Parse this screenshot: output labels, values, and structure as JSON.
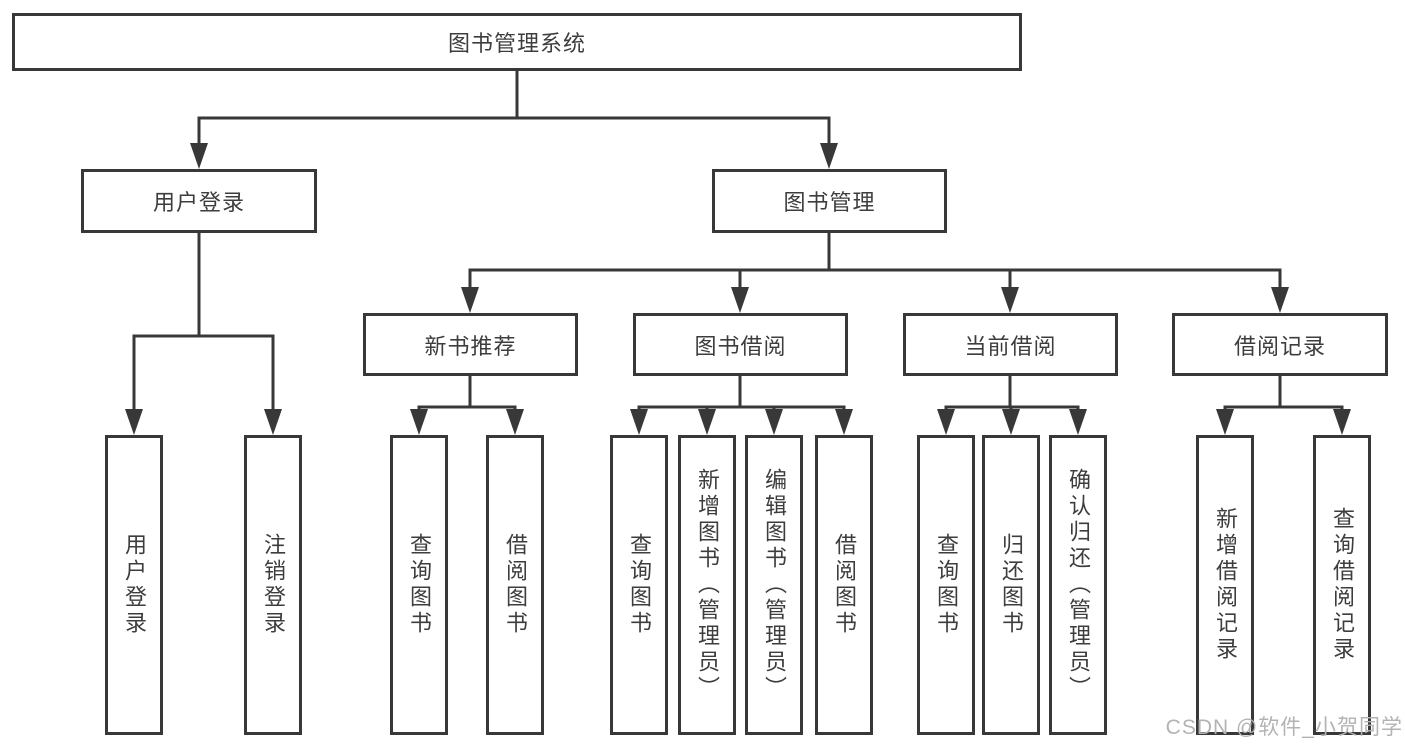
{
  "diagram": {
    "title": "图书管理系统",
    "branches": [
      {
        "label": "用户登录",
        "leaves": [
          "用户登录",
          "注销登录"
        ]
      },
      {
        "label": "图书管理",
        "groups": [
          {
            "label": "新书推荐",
            "leaves": [
              "查询图书",
              "借阅图书"
            ]
          },
          {
            "label": "图书借阅",
            "leaves": [
              "查询图书",
              "新增图书（管理员）",
              "编辑图书（管理员）",
              "借阅图书"
            ]
          },
          {
            "label": "当前借阅",
            "leaves": [
              "查询图书",
              "归还图书",
              "确认归还（管理员）"
            ]
          },
          {
            "label": "借阅记录",
            "leaves": [
              "新增借阅记录",
              "查询借阅记录"
            ]
          }
        ]
      }
    ]
  },
  "style": {
    "line_color": "#383838",
    "box_background": "#ffffff",
    "text_color": "#3d3d3d",
    "watermark_color": "#b3b3b3"
  },
  "watermark": "CSDN @软件_小贺同学"
}
